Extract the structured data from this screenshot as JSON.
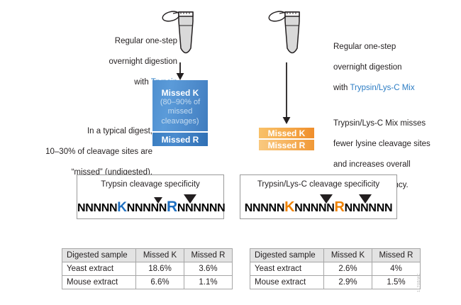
{
  "left_panel": {
    "method_text_line1": "Regular one-step",
    "method_text_line2": "overnight digestion",
    "method_text_line3_prefix": "with ",
    "enzyme": "Trypsin",
    "caption_line1": "In a typical digest,",
    "caption_line2": "10–30% of cleavage sites are",
    "caption_line3": "“missed” (undigested).",
    "box_missed_k": "Missed K",
    "box_missed_k_sub_line1": "(80–90% of",
    "box_missed_k_sub_line2": "missed cleavages)",
    "box_missed_r": "Missed R",
    "spec_title": "Trypsin cleavage specificity",
    "sequence": {
      "seg1": "NNNNN",
      "res_k": "K",
      "seg2": "NNNNN",
      "res_r": "R",
      "seg3": "NNNNNN"
    },
    "table": {
      "headers": [
        "Digested sample",
        "Missed K",
        "Missed R"
      ],
      "rows": [
        [
          "Yeast extract",
          "18.6%",
          "3.6%"
        ],
        [
          "Mouse extract",
          "6.6%",
          "1.1%"
        ]
      ]
    }
  },
  "right_panel": {
    "method_text_line1": "Regular one-step",
    "method_text_line2": "overnight digestion",
    "method_text_line3_prefix": "with ",
    "enzyme": "Trypsin/Lys-C Mix",
    "caption_line1": "Trypsin/Lys-C Mix misses",
    "caption_line2": "fewer lysine cleavage sites",
    "caption_line3": "and increases overall",
    "caption_line4": "proteolytic efficiency.",
    "box_missed_k": "Missed K",
    "box_missed_r": "Missed R",
    "spec_title": "Trypsin/Lys-C cleavage specificity",
    "sequence": {
      "seg1": "NNNNN",
      "res_k": "K",
      "seg2": "NNNNN",
      "res_r": "R",
      "seg3": "NNNNNN"
    },
    "table": {
      "headers": [
        "Digested sample",
        "Missed K",
        "Missed R"
      ],
      "rows": [
        [
          "Yeast extract",
          "2.6%",
          "4%"
        ],
        [
          "Mouse extract",
          "2.9%",
          "1.5%"
        ]
      ]
    }
  },
  "watermark": "1170BMC",
  "colors": {
    "blue_accent": "#2b7cc4",
    "blue_box_k": "#5b9bd9",
    "blue_box_r": "#3b7ec1",
    "orange_box_k": "#ef8d2a",
    "orange_box_r": "#f7b765",
    "residue_blue": "#1e6fc0",
    "residue_orange": "#ef8200",
    "table_header_bg": "#e3e3e3",
    "border_gray": "#a6a6a6"
  },
  "icons": {
    "tube": "microcentrifuge-tube-icon",
    "arrow": "down-arrow-icon",
    "cleavage_marker": "cleavage-triangle-icon"
  }
}
